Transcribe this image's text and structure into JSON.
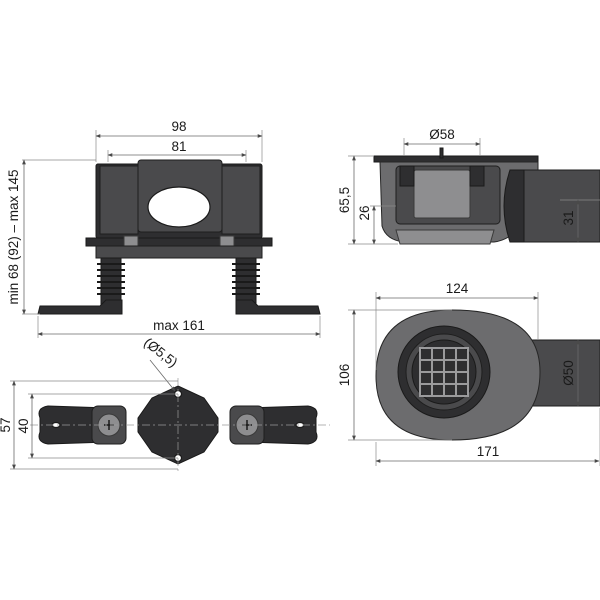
{
  "dimensions": {
    "front_view": {
      "width_outer": "98",
      "width_inner": "81",
      "height_range": "min 68 (92) – max 145",
      "base_width": "max 161"
    },
    "side_view": {
      "outlet_diameter_top": "Ø58",
      "total_height": "65,5",
      "inlet_height": "26",
      "outlet_height": "31"
    },
    "top_view": {
      "length_body": "124",
      "width_body": "106",
      "outlet_diameter": "Ø50",
      "total_length": "171"
    },
    "bracket_view": {
      "hole_diameter": "(Ø5,5)",
      "outer_height": "57",
      "inner_height": "40"
    }
  }
}
